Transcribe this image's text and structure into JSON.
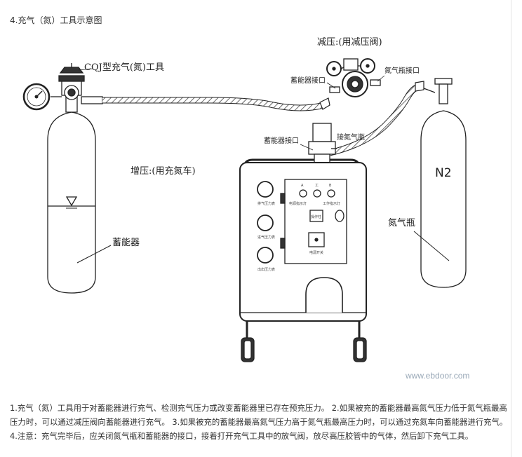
{
  "heading": "4.充气（氮）工具示意图",
  "diagram": {
    "label_tool": "CQJ型充气(氮)工具",
    "label_reduce": "减压:(用减压阀)",
    "label_accumulator_port_valve": "蓄能器接口",
    "label_n2_port": "氮气瓶接口",
    "label_accumulator_port_cart": "蓄能器接口",
    "label_connect_n2": "接氮气瓶",
    "label_boost": "增压:(用充氮车)",
    "label_accumulator": "蓄能器",
    "label_n2_bottle": "氮气瓶",
    "bottle_mark": "N2",
    "watermark": "www.ebdoor.com",
    "panel_gauge_labels": [
      "排气压力表",
      "进气压力表",
      "出出压力表"
    ],
    "panel_small_labels": [
      "A",
      "工",
      "B"
    ],
    "panel_power_left": "电源指示灯",
    "panel_power_right": "工作指示灯",
    "panel_button_label": "操作柱",
    "panel_switch_label": "电源开关"
  },
  "body": "1.充气（氮）工具用于对蓄能器进行充气、检测充气压力或改变蓄能器里已存在预充压力。 2.如果被充的蓄能器最高氮气压力低于氮气瓶最高压力时，可以通过减压阀向蓄能器进行充气。 3.如果被充的蓄能器最高氮气压力高于氮气瓶最高压力时，可以通过充氮车向蓄能器进行充气。 4.注意：充气完毕后，应关闭氮气瓶和蓄能器的接口，接着打开充气工具中的放气阀，放尽高压胶管中的气体，然后卸下充气工具。"
}
